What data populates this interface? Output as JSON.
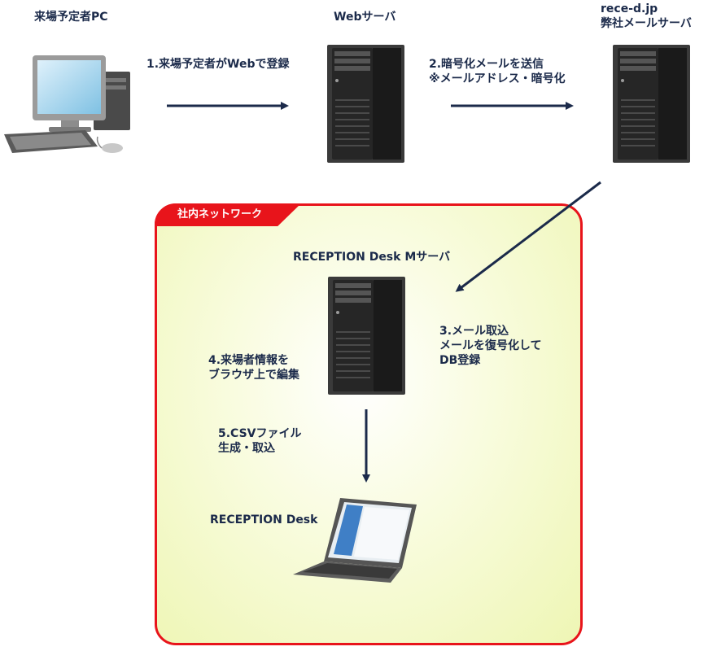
{
  "nodes": {
    "visitor_pc": "来場予定者PC",
    "web_server": "Webサーバ",
    "mail_server": [
      "rece-d.jp",
      "弊社メールサーバ"
    ],
    "network": "社内ネットワーク",
    "m_server": "RECEPTION Desk Mサーバ",
    "desk": "RECEPTION Desk"
  },
  "steps": {
    "step1": "1.来場予定者がWebで登録",
    "step2": [
      "2.暗号化メールを送信",
      "※メールアドレス・暗号化"
    ],
    "step3": [
      "3.メール取込",
      "メールを復号化して",
      "DB登録"
    ],
    "step4": [
      "4.来場者情報を",
      "ブラウザ上で編集"
    ],
    "step5": [
      "5.CSVファイル",
      "生成・取込"
    ]
  },
  "colors": {
    "arrow": "#1b2a4a",
    "network_border": "#e8141b",
    "network_fill": "#eef6b4",
    "server_body": "#2e2e2e"
  },
  "icons": [
    "desktop-pc-icon",
    "server-tower-icon",
    "laptop-icon"
  ]
}
